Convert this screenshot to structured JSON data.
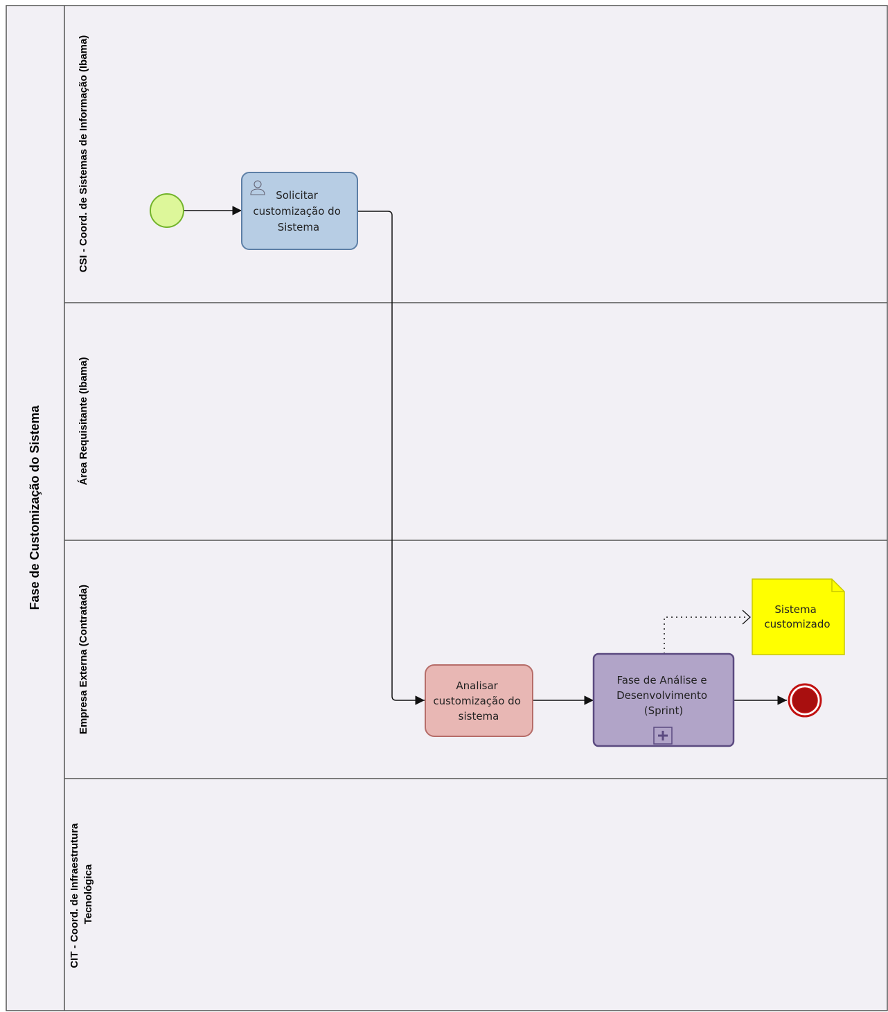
{
  "pool": {
    "title": "Fase de Customização do Sistema"
  },
  "lanes": [
    {
      "label": "CSI - Coord. de Sistemas de Informação (Ibama)"
    },
    {
      "label": "Área Requisitante (Ibama)"
    },
    {
      "label": "Empresa Externa (Contratada)"
    },
    {
      "label_lines": [
        "CIT - Coord. de Infraestrutura",
        "Tecnológica"
      ]
    }
  ],
  "tasks": {
    "solicitar": {
      "lines": [
        "Solicitar",
        "customização do",
        "Sistema"
      ],
      "type": "user-task"
    },
    "analisar": {
      "lines": [
        "Analisar",
        "customização do",
        "sistema"
      ]
    },
    "fase": {
      "lines": [
        "Fase de Análise e",
        "Desenvolvimento",
        "(Sprint)"
      ],
      "type": "collapsed-subprocess"
    }
  },
  "artifact": {
    "lines": [
      "Sistema",
      "customizado"
    ]
  },
  "colors": {
    "pool_fill": "#f2f0f5",
    "border": "#555555",
    "start_fill": "#ddf79a",
    "start_stroke": "#72b32b",
    "end_fill": "#a80f0f",
    "end_stroke": "#c11111",
    "task_blue_fill": "#b7cde4",
    "task_blue_stroke": "#5d7fa6",
    "task_pink_fill": "#e8b7b4",
    "task_pink_stroke": "#b66d69",
    "task_purple_fill": "#b1a4c8",
    "task_purple_stroke": "#5b4a80",
    "note_fill": "#ffff00",
    "note_stroke": "#c8c800"
  }
}
